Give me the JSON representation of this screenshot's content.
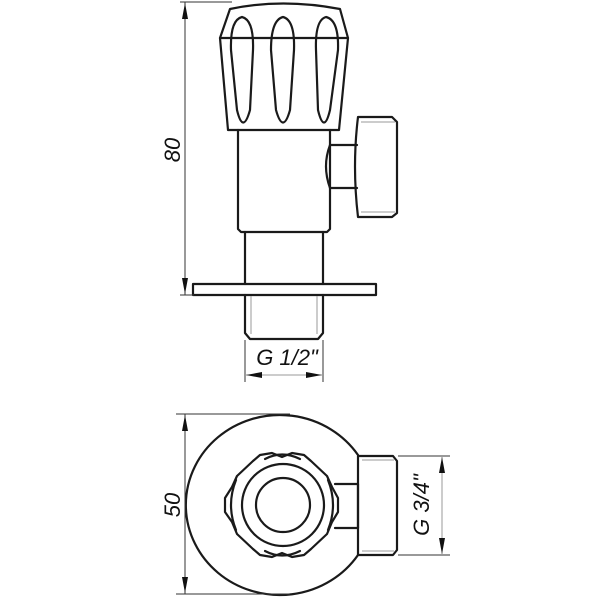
{
  "drawing": {
    "subject": "angle valve technical drawing",
    "views": [
      {
        "name": "side-view"
      },
      {
        "name": "top-view"
      }
    ],
    "dimensions": {
      "height": {
        "label": "80",
        "orientation": "vertical"
      },
      "inlet_thread": {
        "label": "G 1/2\"",
        "orientation": "horizontal"
      },
      "diameter": {
        "label": "50",
        "orientation": "vertical"
      },
      "outlet_thread": {
        "label": "G 3/4\"",
        "orientation": "vertical"
      }
    },
    "colors": {
      "line": "#1a1a1a",
      "background": "#ffffff",
      "dimension_line": "#333333"
    }
  }
}
